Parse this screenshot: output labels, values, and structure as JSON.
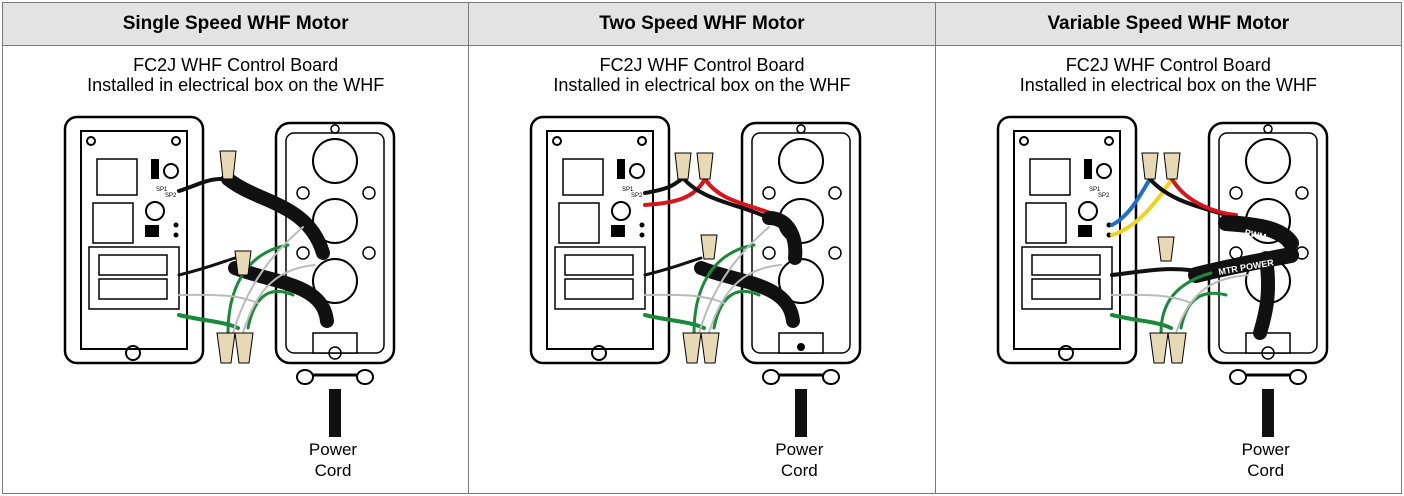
{
  "panels": [
    {
      "title": "Single Speed WHF Motor",
      "subtitle_line1": "FC2J WHF Control Board",
      "subtitle_line2": "Installed in electrical box on the WHF",
      "cord_line1": "Power",
      "cord_line2": "Cord",
      "speed_labels": [
        "SP1",
        "SP2"
      ]
    },
    {
      "title": "Two Speed WHF Motor",
      "subtitle_line1": "FC2J WHF Control Board",
      "subtitle_line2": "Installed in electrical box on the WHF",
      "cord_line1": "Power",
      "cord_line2": "Cord",
      "speed_labels": [
        "SP1",
        "SP2"
      ]
    },
    {
      "title": "Variable Speed WHF Motor",
      "subtitle_line1": "FC2J WHF Control Board",
      "subtitle_line2": "Installed in electrical box on the WHF",
      "cord_line1": "Power",
      "cord_line2": "Cord",
      "speed_labels": [
        "SP1",
        "SP2"
      ],
      "cable_labels": [
        "PWM",
        "MTR POWER"
      ]
    }
  ],
  "colors": {
    "header_bg": "#e3e3e3",
    "black_wire": "#111111",
    "green_wire": "#1a8a3a",
    "red_wire": "#d8151b",
    "blue_wire": "#1b6fd1",
    "yellow_wire": "#f1d31a",
    "wire_nut": "#e8d9b5"
  }
}
